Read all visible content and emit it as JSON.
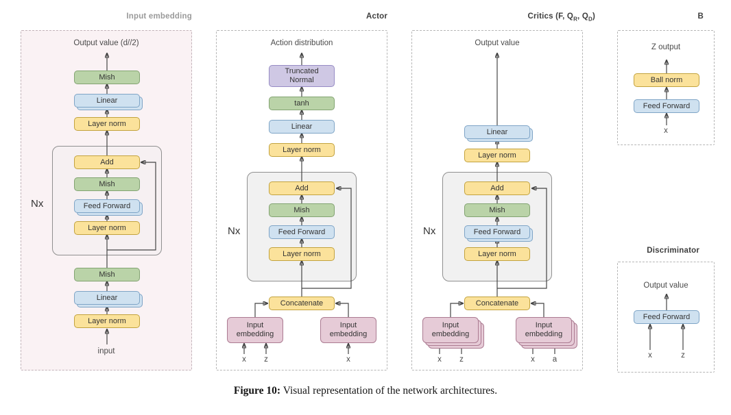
{
  "caption": {
    "label": "Figure 10:",
    "text": "Visual representation of the network architectures."
  },
  "palette": {
    "yellow_fill": "#FBE29B",
    "yellow_border": "#C2A23D",
    "green_fill": "#BAD3A8",
    "green_border": "#82A371",
    "blue_fill": "#CFE1F0",
    "blue_border": "#7EA4C6",
    "purple_fill": "#CFC8E4",
    "purple_border": "#968BC4",
    "pink_fill": "#E6CBD7",
    "pink_border": "#AB7A91",
    "panel_rose_bg": "#FAF2F4",
    "arrow": "#444444"
  },
  "panels": {
    "input_embedding": {
      "title": "Input embedding",
      "output_label": "Output value (d//2)",
      "input_label": "input",
      "nx": "Nx",
      "boxes": {
        "mish_top": "Mish",
        "linear_top": "Linear",
        "layer_norm_top": "Layer norm",
        "add": "Add",
        "mish_mid": "Mish",
        "feed_forward": "Feed Forward",
        "layer_norm_mid": "Layer norm",
        "mish_bottom": "Mish",
        "linear_bottom": "Linear",
        "layer_norm_bottom": "Layer norm"
      }
    },
    "actor": {
      "title": "Actor",
      "output_label": "Action distribution",
      "nx": "Nx",
      "boxes": {
        "truncated_normal": "Truncated Normal",
        "tanh": "tanh",
        "linear": "Linear",
        "layer_norm_top": "Layer norm",
        "add": "Add",
        "mish": "Mish",
        "feed_forward": "Feed Forward",
        "layer_norm_mid": "Layer norm",
        "concatenate": "Concatenate",
        "embed_left": "Input embedding",
        "embed_right": "Input embedding"
      },
      "inputs": {
        "left_1": "x",
        "left_2": "z",
        "right_1": "x"
      }
    },
    "critics": {
      "title": {
        "p1": "Critics (F, Q",
        "sub1": "R",
        "p2": ", Q",
        "sub2": "D",
        "p3": ")"
      },
      "output_label": "Output value",
      "nx": "Nx",
      "boxes": {
        "linear": "Linear",
        "layer_norm_top": "Layer norm",
        "add": "Add",
        "mish": "Mish",
        "feed_forward": "Feed Forward",
        "layer_norm_mid": "Layer norm",
        "concatenate": "Concatenate",
        "embed_left": "Input embedding",
        "embed_right": "Input embedding"
      },
      "inputs": {
        "left_1": "x",
        "left_2": "z",
        "right_1": "x",
        "right_2": "a"
      }
    },
    "b": {
      "title": "B",
      "output_label": "Z output",
      "input_label": "x",
      "boxes": {
        "ball_norm": "Ball norm",
        "feed_forward": "Feed Forward"
      }
    },
    "discriminator": {
      "title": "Discriminator",
      "output_label": "Output value",
      "boxes": {
        "feed_forward": "Feed Forward"
      },
      "inputs": {
        "left": "x",
        "right": "z"
      }
    }
  }
}
